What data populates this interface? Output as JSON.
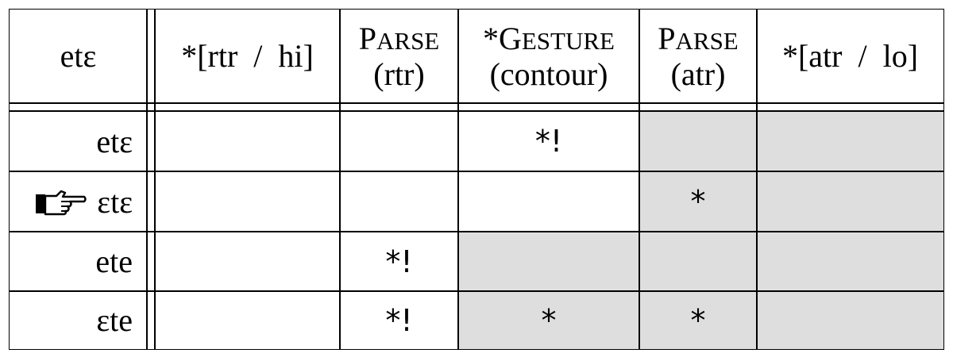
{
  "input": "etɛ",
  "constraints": [
    {
      "id": "c1",
      "prefix": "*[rtr  /  hi]",
      "sc": "",
      "line2": ""
    },
    {
      "id": "c2",
      "prefix": "",
      "sc": "Parse",
      "line2": "(rtr)"
    },
    {
      "id": "c3",
      "prefix": "*",
      "sc": "Gesture",
      "line2": "(contour)"
    },
    {
      "id": "c4",
      "prefix": "",
      "sc": "Parse",
      "line2": "(atr)"
    },
    {
      "id": "c5",
      "prefix": "*[atr  /  lo]",
      "sc": "",
      "line2": ""
    }
  ],
  "candidates": [
    {
      "form": "etɛ",
      "winner": false,
      "marks": [
        "",
        "",
        "*!",
        "",
        ""
      ]
    },
    {
      "form": "ɛtɛ",
      "winner": true,
      "marks": [
        "",
        "",
        "",
        "*",
        ""
      ]
    },
    {
      "form": "ete",
      "winner": false,
      "marks": [
        "",
        "*!",
        "",
        "",
        ""
      ]
    },
    {
      "form": "ɛte",
      "winner": false,
      "marks": [
        "",
        "*!",
        "*",
        "*",
        ""
      ]
    }
  ],
  "shading": [
    [
      false,
      false,
      false,
      true,
      true
    ],
    [
      false,
      false,
      false,
      true,
      true
    ],
    [
      false,
      false,
      true,
      true,
      true
    ],
    [
      false,
      false,
      true,
      true,
      true
    ]
  ],
  "winner_icon": "pointing-hand-icon"
}
